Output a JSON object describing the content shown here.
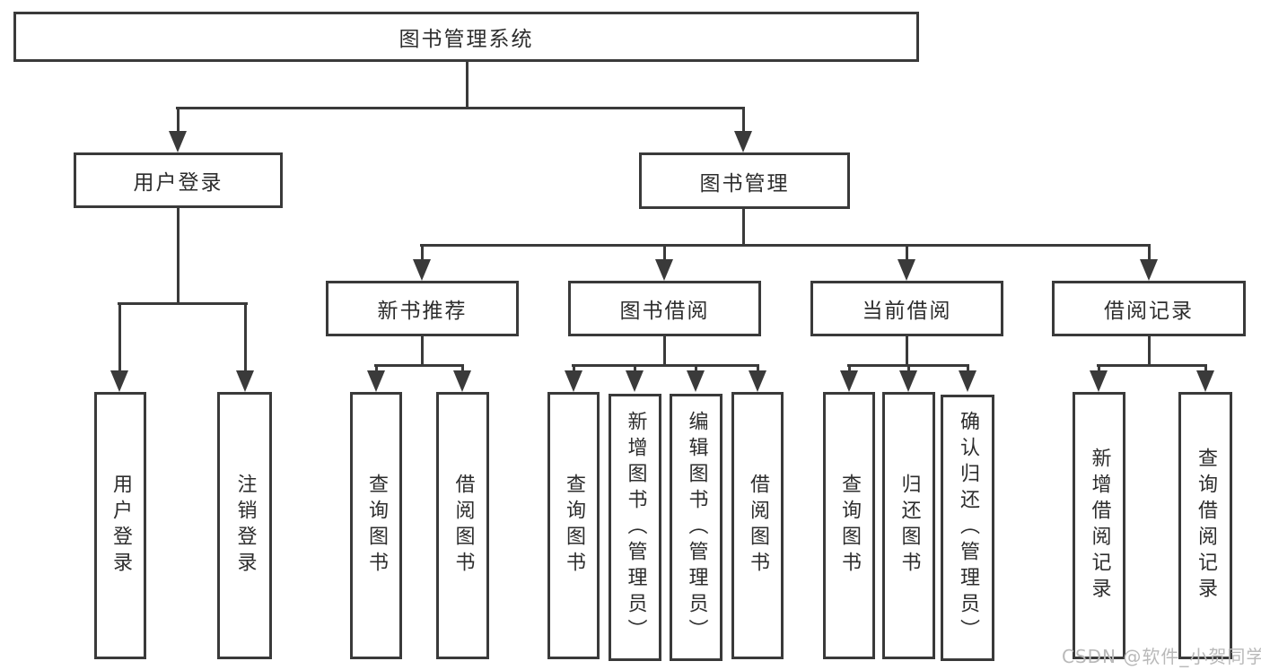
{
  "diagram": {
    "root": "图书管理系统",
    "login_branch": {
      "label": "用户登录",
      "children": [
        "用户登录",
        "注销登录"
      ]
    },
    "mgmt_branch": {
      "label": "图书管理",
      "groups": [
        {
          "label": "新书推荐",
          "children": [
            "查询图书",
            "借阅图书"
          ]
        },
        {
          "label": "图书借阅",
          "children": [
            "查询图书",
            "新增图书（管理员）",
            "编辑图书（管理员）",
            "借阅图书"
          ]
        },
        {
          "label": "当前借阅",
          "children": [
            "查询图书",
            "归还图书",
            "确认归还（管理员）"
          ]
        },
        {
          "label": "借阅记录",
          "children": [
            "新增借阅记录",
            "查询借阅记录"
          ]
        }
      ]
    }
  },
  "watermark": "CSDN @软件_小贺同学",
  "colors": {
    "line": "#3a3a3a",
    "text": "#2d2d2d",
    "watermark": "#b9b9b9",
    "background": "#ffffff"
  }
}
